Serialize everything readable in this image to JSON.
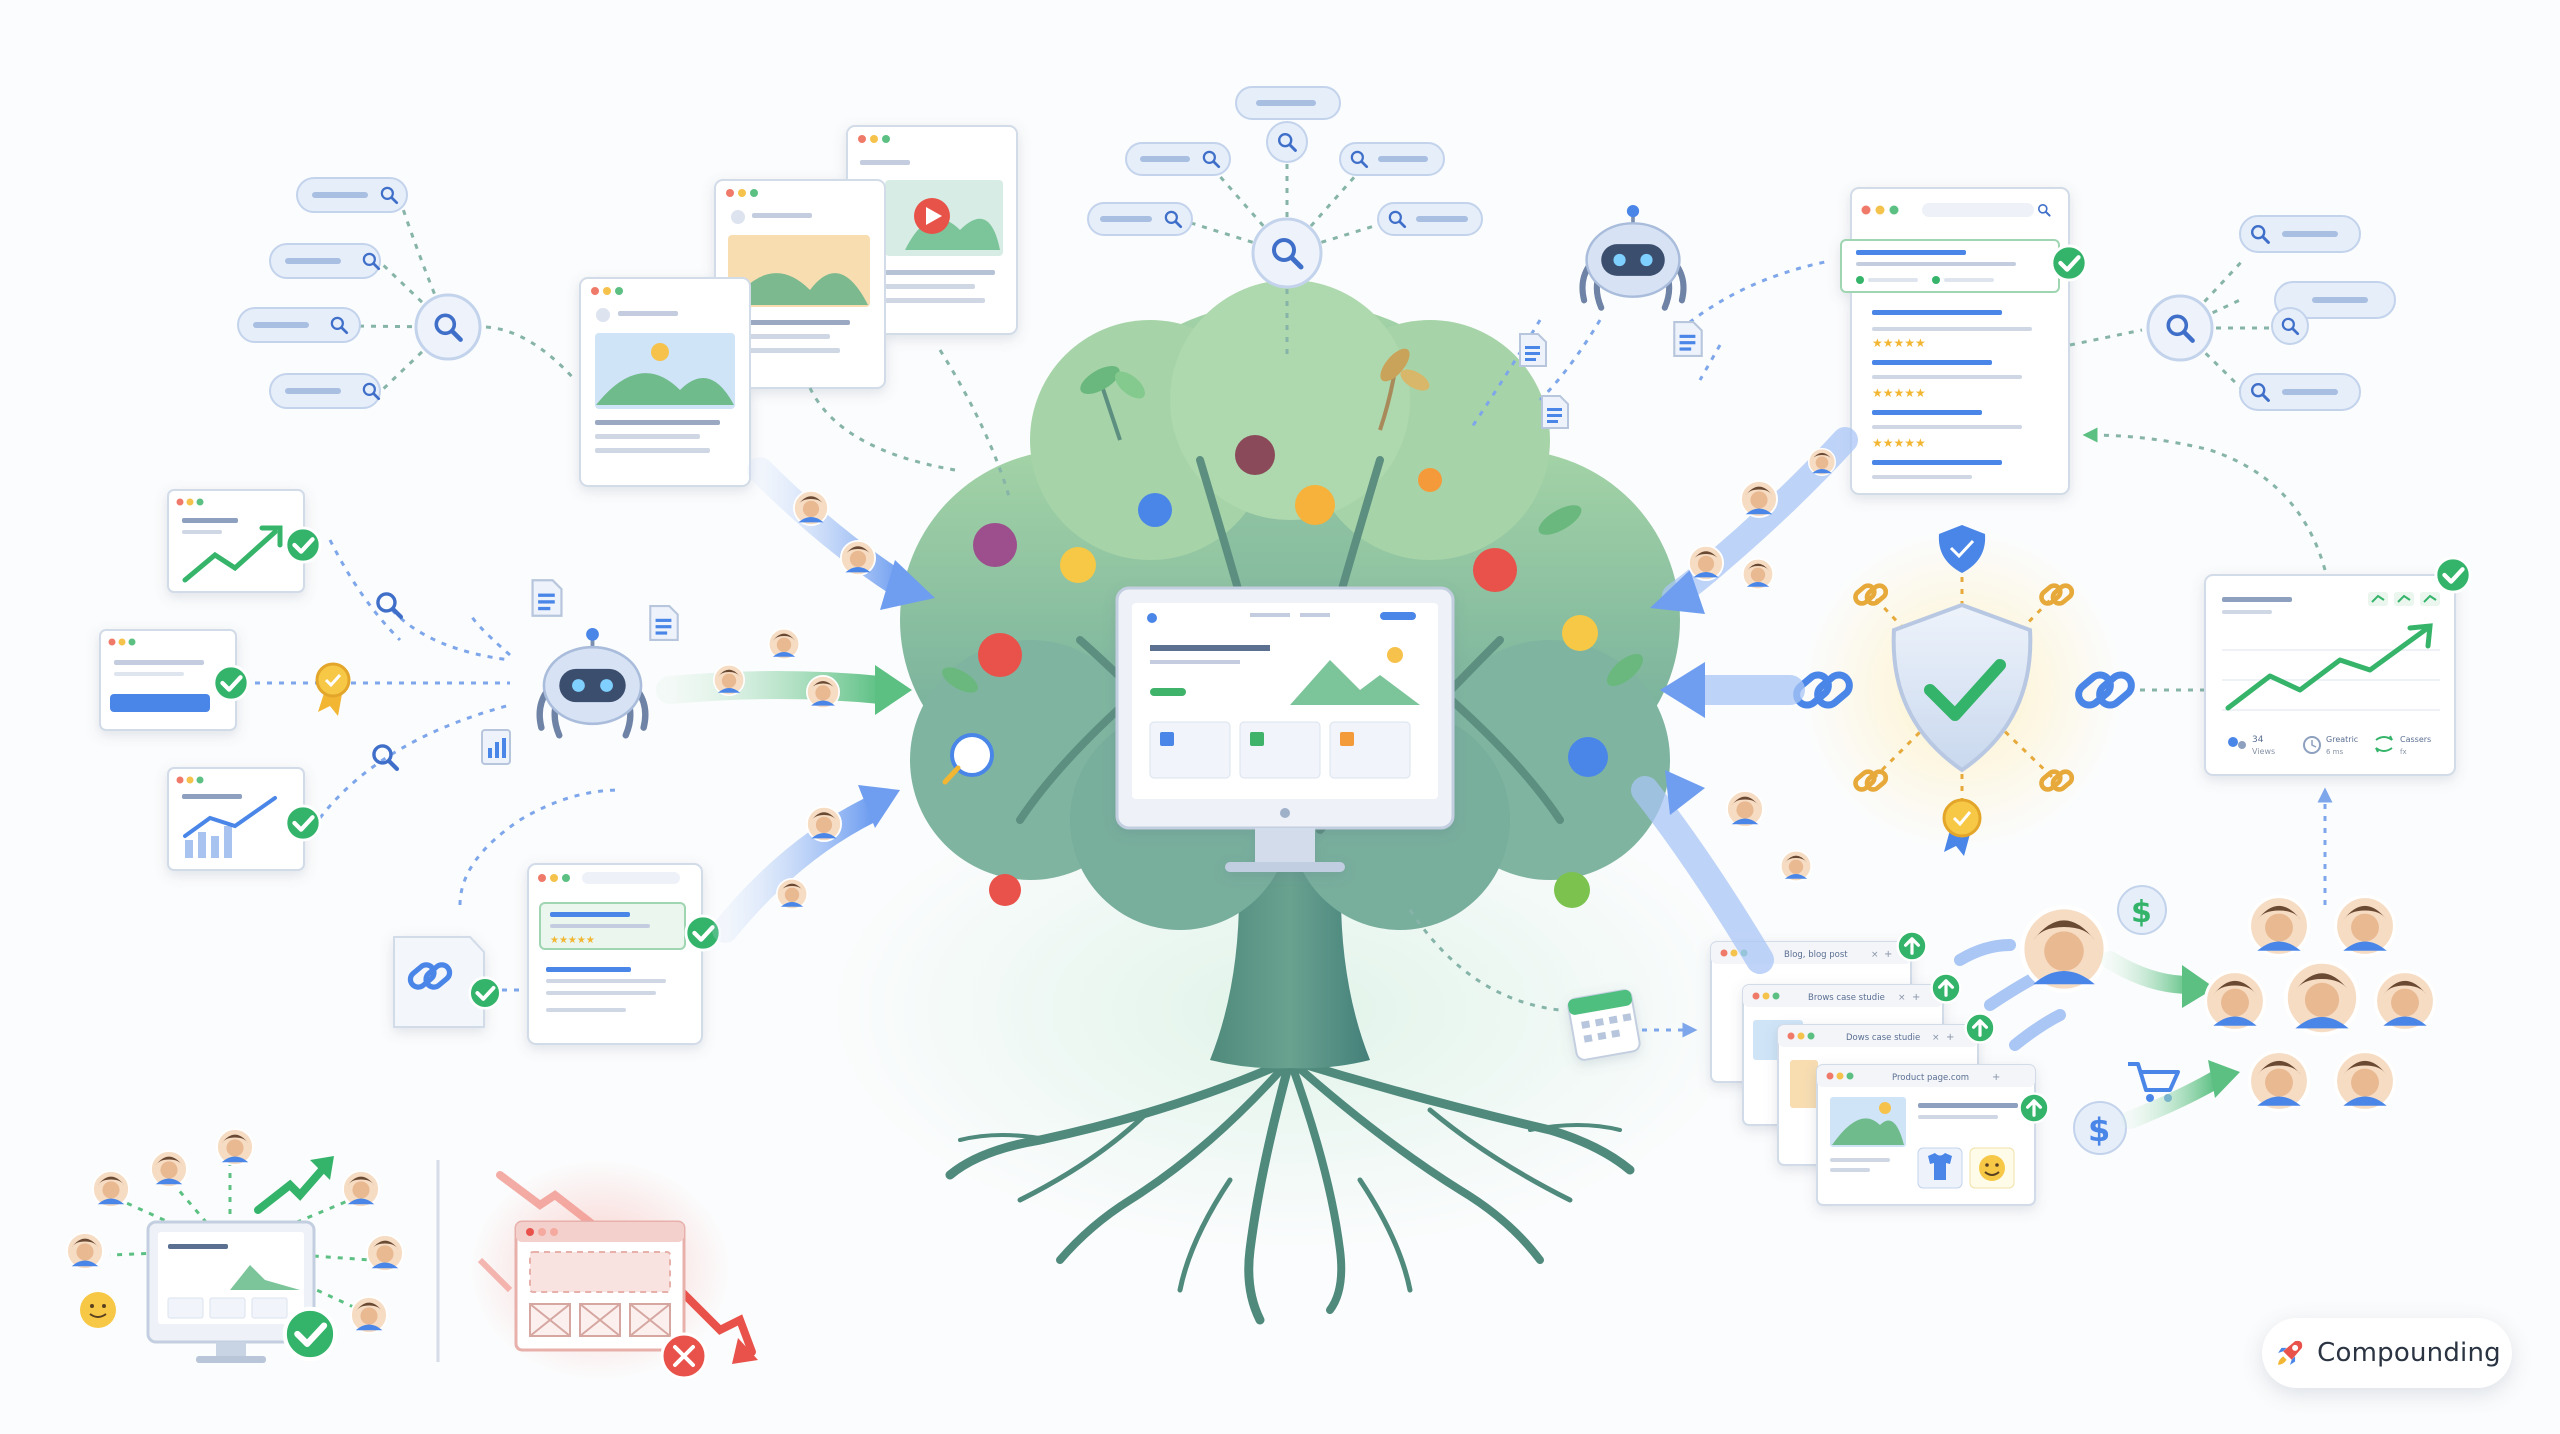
{
  "badge": {
    "label": "Compounding",
    "icon": "rocket-icon"
  },
  "tabs": {
    "blog": "Blog, blog post",
    "brows": "Brows case studie",
    "dows": "Dows case studie",
    "product": "Product page.com"
  },
  "analytics": {
    "views_value": "34",
    "views_label": "Views",
    "time_value": "Greatric",
    "time_label": "6 ms",
    "conv_value": "Cassers",
    "conv_label": "fx"
  },
  "colors": {
    "tree_foliage": "#8fc3a4",
    "tree_trunk": "#4f8a7c",
    "accent_blue": "#4a86e8",
    "success_green": "#34b46a",
    "error_red": "#e8524a",
    "gold": "#f2b632"
  }
}
